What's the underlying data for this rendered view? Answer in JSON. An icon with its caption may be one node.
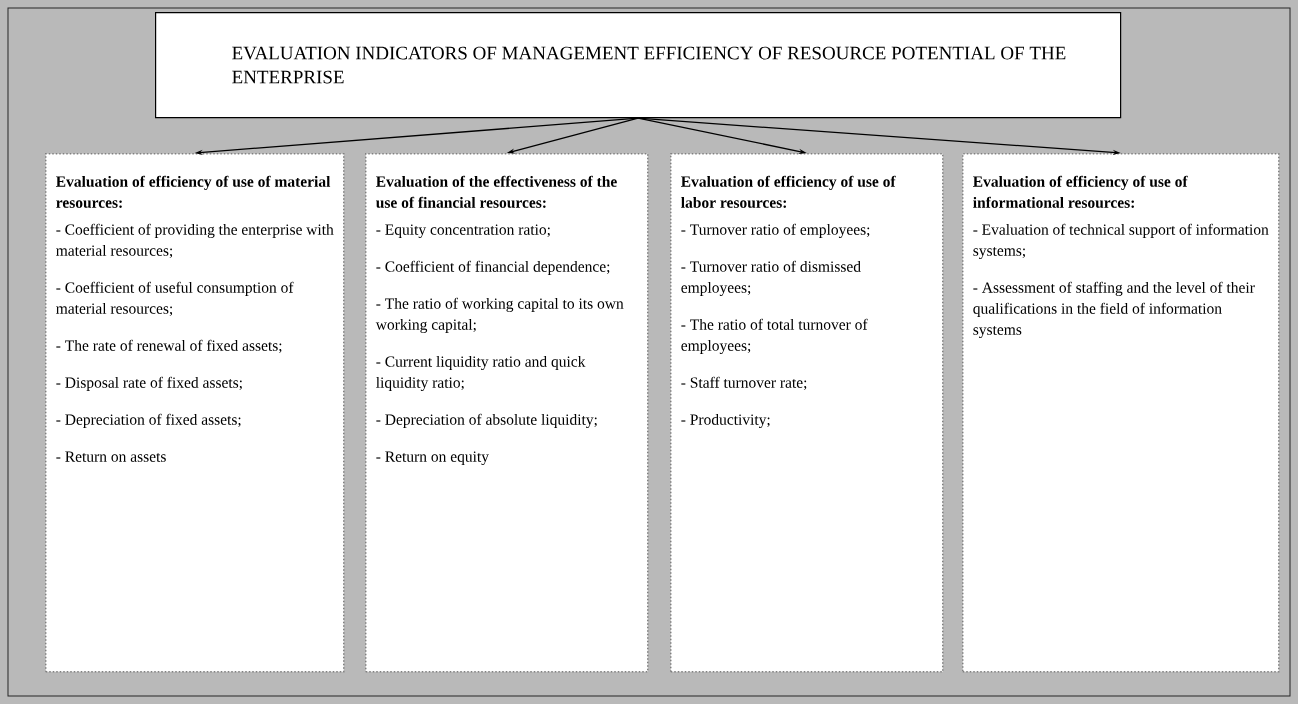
{
  "diagram": {
    "nodes": [
      {
        "text": [
          "EVALUATION INDICATORS OF MANAGEMENT EFFICIENCY OF RESOURCE POTENTIAL OF THE ENTERPRISE"
        ]
      },
      {
        "text": [
          "Evaluation of efficiency of use of material resources:",
          "- Coefficient of providing the enterprise with material resources;",
          "- Coefficient of useful consumption of material resources;",
          "- The rate of renewal of fixed assets;",
          "- Disposal rate of fixed assets;",
          "- Depreciation of fixed assets;",
          "- Return on assets"
        ]
      },
      {
        "text": [
          "Evaluation of the effectiveness of the use of financial resources:",
          "- Equity concentration ratio;",
          "- Coefficient of financial dependence;",
          "- The ratio of working capital to its own working capital;",
          "- Current liquidity ratio and quick liquidity ratio;",
          "- Depreciation of absolute liquidity;",
          "- Return on equity"
        ]
      },
      {
        "text": [
          "Evaluation of efficiency of use of labor resources:",
          "- Turnover ratio of employees;",
          "- Turnover ratio of dismissed employees;",
          "- The ratio of total turnover of employees;",
          "- Staff turnover rate;",
          "- Productivity;"
        ]
      },
      {
        "text": [
          "Evaluation of efficiency of use of informational resources:",
          "- Evaluation of technical support of information systems;",
          "- Assessment of staffing and the level of their qualifications in the field of information systems"
        ]
      }
    ],
    "edges": [
      {
        "from": 0,
        "to": 1,
        "arrow": "to"
      },
      {
        "from": 0,
        "to": 2,
        "arrow": "to"
      },
      {
        "from": 0,
        "to": 3,
        "arrow": "to"
      },
      {
        "from": 0,
        "to": 4,
        "arrow": "to"
      }
    ]
  }
}
